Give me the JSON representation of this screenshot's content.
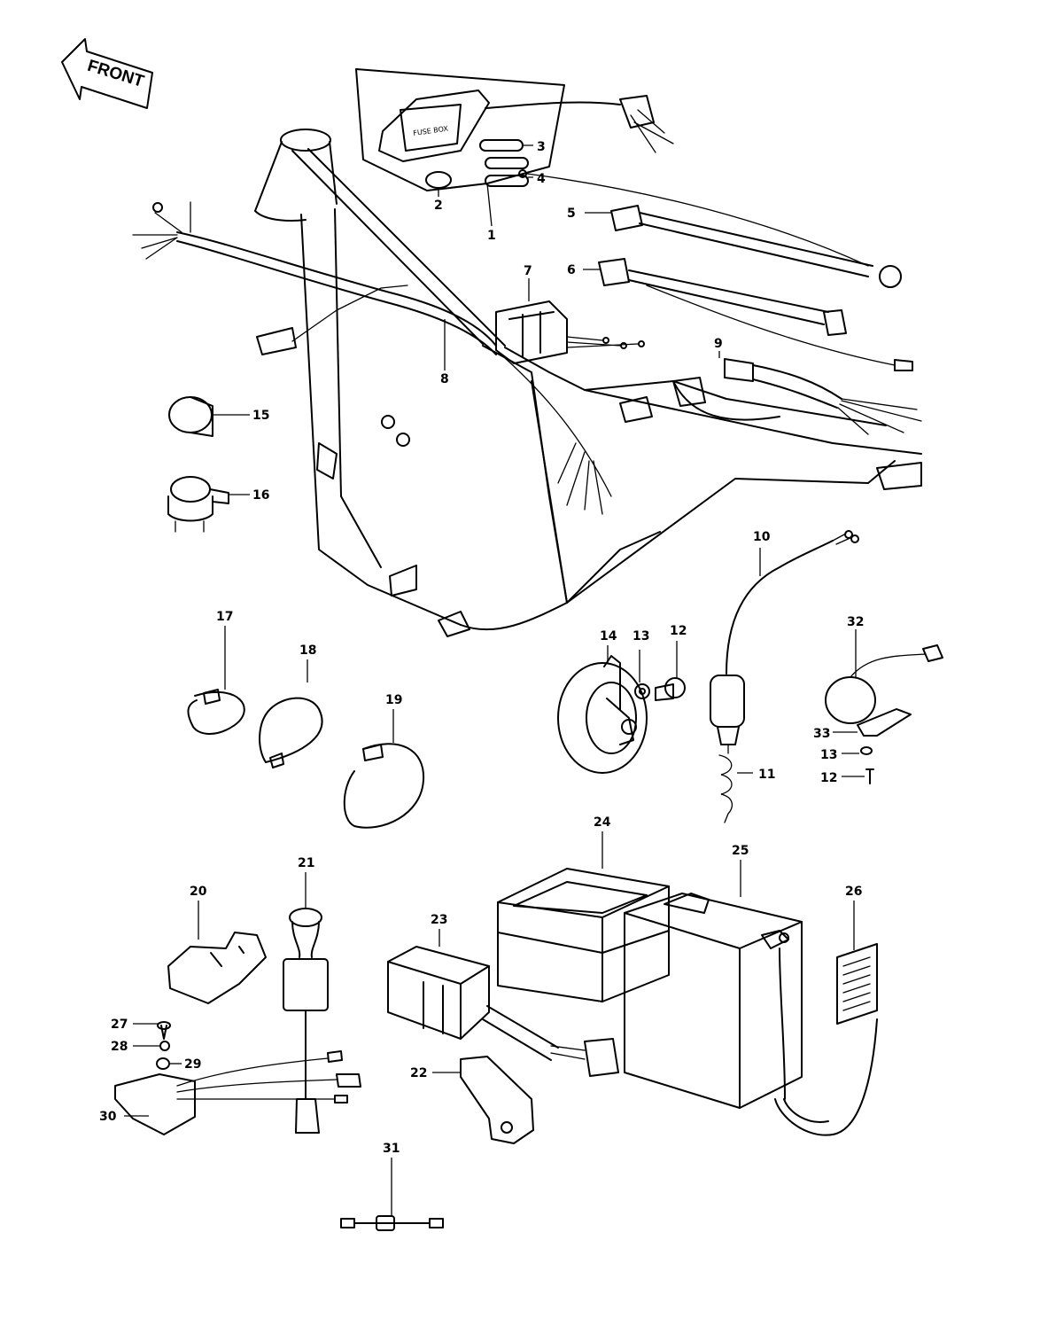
{
  "diagram": {
    "front_label": "FRONT",
    "fuse_box_text": "FUSE BOX",
    "parts": {
      "p1": "1",
      "p2": "2",
      "p3": "3",
      "p4": "4",
      "p5": "5",
      "p6": "6",
      "p7": "7",
      "p8": "8",
      "p9": "9",
      "p10": "10",
      "p11": "11",
      "p12a": "12",
      "p12b": "12",
      "p13a": "13",
      "p13b": "13",
      "p14": "14",
      "p15": "15",
      "p16": "16",
      "p17": "17",
      "p18": "18",
      "p19": "19",
      "p20": "20",
      "p21": "21",
      "p22": "22",
      "p23": "23",
      "p24": "24",
      "p25": "25",
      "p26": "26",
      "p27": "27",
      "p28": "28",
      "p29": "29",
      "p30": "30",
      "p31": "31",
      "p32": "32",
      "p33": "33"
    }
  }
}
